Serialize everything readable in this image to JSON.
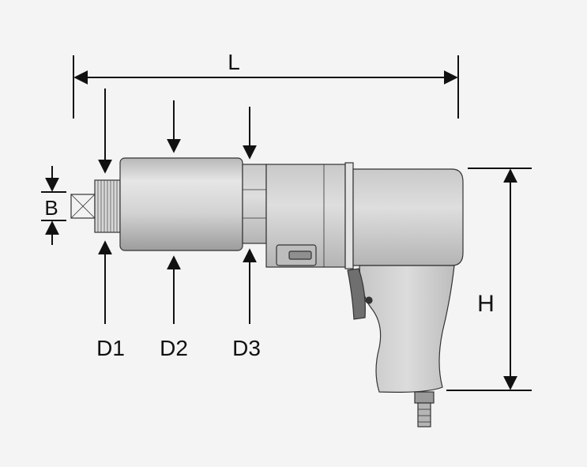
{
  "diagram": {
    "labels": {
      "length": "L",
      "height": "H",
      "square_drive": "B",
      "diameter_1": "D1",
      "diameter_2": "D2",
      "diameter_3": "D3"
    },
    "colors": {
      "background": "#f4f4f4",
      "line": "#111111",
      "tool_body": "#cfcfcf",
      "tool_dark": "#9a9a9a",
      "tool_highlight": "#ececec"
    }
  }
}
